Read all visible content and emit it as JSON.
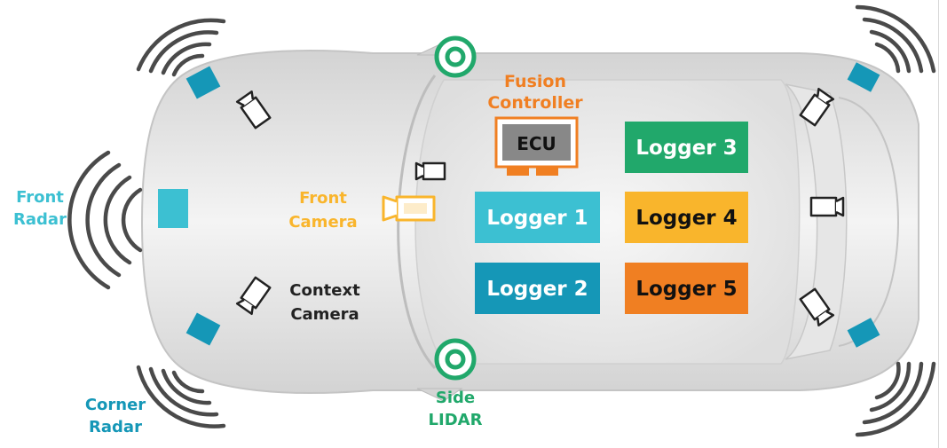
{
  "loggers": [
    {
      "label": "Logger 1",
      "color": "#3cc0d2"
    },
    {
      "label": "Logger 2",
      "color": "#1597b7"
    },
    {
      "label": "Logger 3",
      "color": "#21a86b"
    },
    {
      "label": "Logger 4",
      "color": "#f9b52c"
    },
    {
      "label": "Logger 5",
      "color": "#f07f22"
    }
  ],
  "ecu": {
    "label": "ECU",
    "color": "#f07f22"
  },
  "labels": {
    "fusion_controller": [
      "Fusion",
      "Controller"
    ],
    "front_radar": [
      "Front",
      "Radar"
    ],
    "front_camera": [
      "Front",
      "Camera"
    ],
    "context_camera": [
      "Context",
      "Camera"
    ],
    "side_lidar": [
      "Side",
      "LIDAR"
    ],
    "corner_radar": [
      "Corner",
      "Radar"
    ]
  },
  "colors": {
    "fusion": "#f07f22",
    "front_radar": "#3cc0d2",
    "front_camera": "#f9b52c",
    "context_camera": "#222222",
    "side_lidar": "#21a86b",
    "corner_radar": "#1597b7",
    "radar_waves": "#4a4a4a",
    "car_body": "#dcdcdc"
  }
}
